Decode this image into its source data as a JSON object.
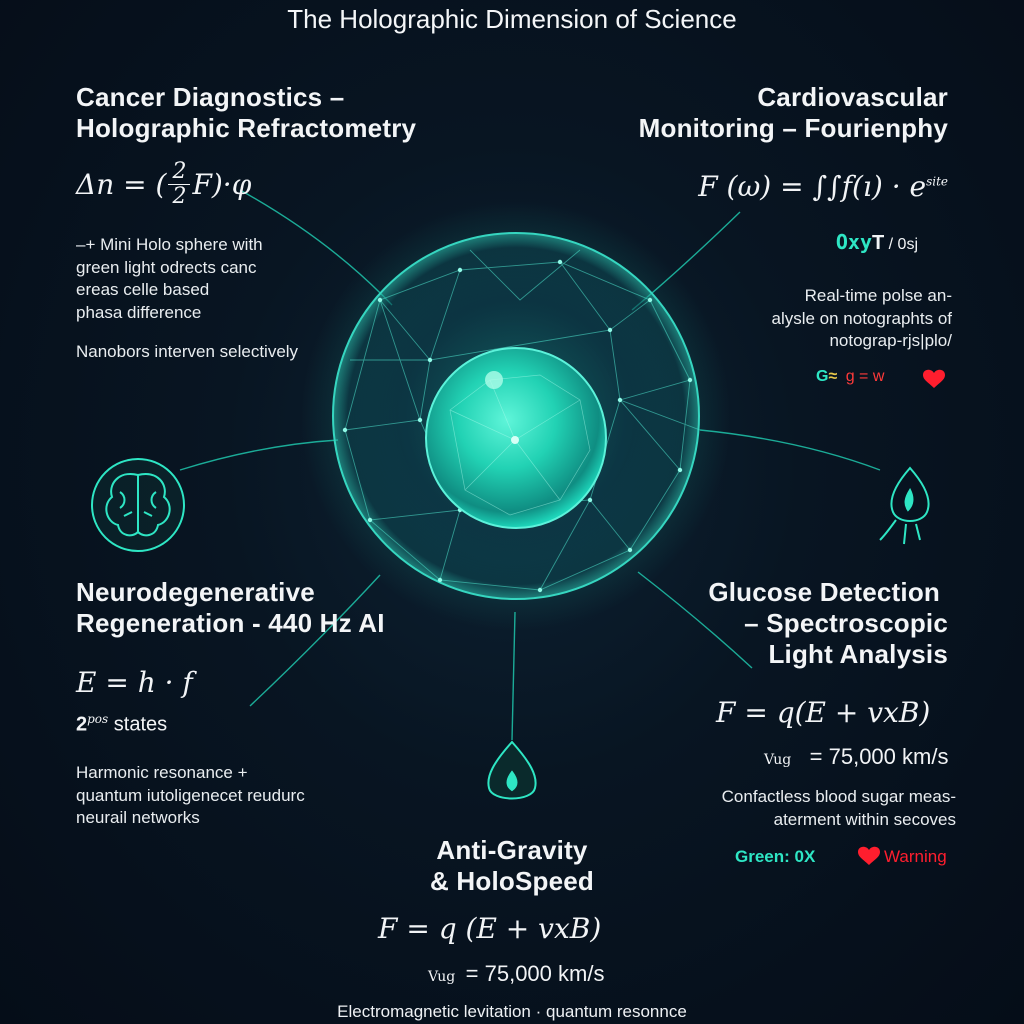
{
  "title": "The Holographic Dimension of Science",
  "colors": {
    "accent": "#2ee6c4",
    "glow": "#19c9a9",
    "warning": "#ff1e2e",
    "background": "#071321"
  },
  "cancer": {
    "heading_1": "Cancer Diagnostics –",
    "heading_2": "Holographic Refractometry",
    "equation_lhs": "Δn = (",
    "fraction_num": "2",
    "fraction_den": "2",
    "equation_rhs": "F)·φ",
    "body_lines": [
      "–+ Mini Holo sphere with",
      "green light odrects canc",
      "ereas celle based",
      "phasa difference"
    ],
    "note": "Nanobors interven selectively"
  },
  "cardio": {
    "heading_1": "Cardiovascular",
    "heading_2": "Monitoring – Fourienphy",
    "equation": "F (ω) = ∫∫f(ı) · e",
    "equation_sup": "site",
    "oxy_label": "Oxy",
    "oxy_mark": "T",
    "oxy_rest": " / 0sj",
    "body_lines": [
      "Real-time polse an-",
      "alysle on notographts of",
      "notograp-rjs|plo/"
    ],
    "status_g": "G",
    "status_eq": "g = w"
  },
  "neuro": {
    "heading_1": "Neurodegenerative",
    "heading_2": "Regeneration - 440 Hz AI",
    "equation": "E = h · f",
    "states_base": "2",
    "states_sup": "pos",
    "states_label": " states",
    "body_lines": [
      "Harmonic resonance +",
      "quantum iutoligenecet reudurc",
      "neurail networks"
    ]
  },
  "glucose": {
    "heading_1": "Glucose Detection",
    "heading_2": "– Spectroscopic",
    "heading_3": "Light Analysis",
    "equation": "F = q(E + vxB)",
    "speed_label": "Vug",
    "speed_value": "= 75,000 km/s",
    "body_lines": [
      "Confactless blood sugar meas-",
      "aterment within secoves"
    ],
    "green_label": "Green: 0X",
    "warning_label": "Warning"
  },
  "gravity": {
    "heading_1": "Anti-Gravity",
    "heading_2": "& HoloSpeed",
    "equation": "F = q (E + vxB)",
    "speed_label": "Vug",
    "speed_value": "= 75,000 km/s",
    "footer": "Electromagnetic levitation · quantum resonnce"
  },
  "icons": [
    "holographic-sphere-icon",
    "brain-icon",
    "droplet-icon",
    "flame-droplet-icon",
    "heart-icon"
  ]
}
